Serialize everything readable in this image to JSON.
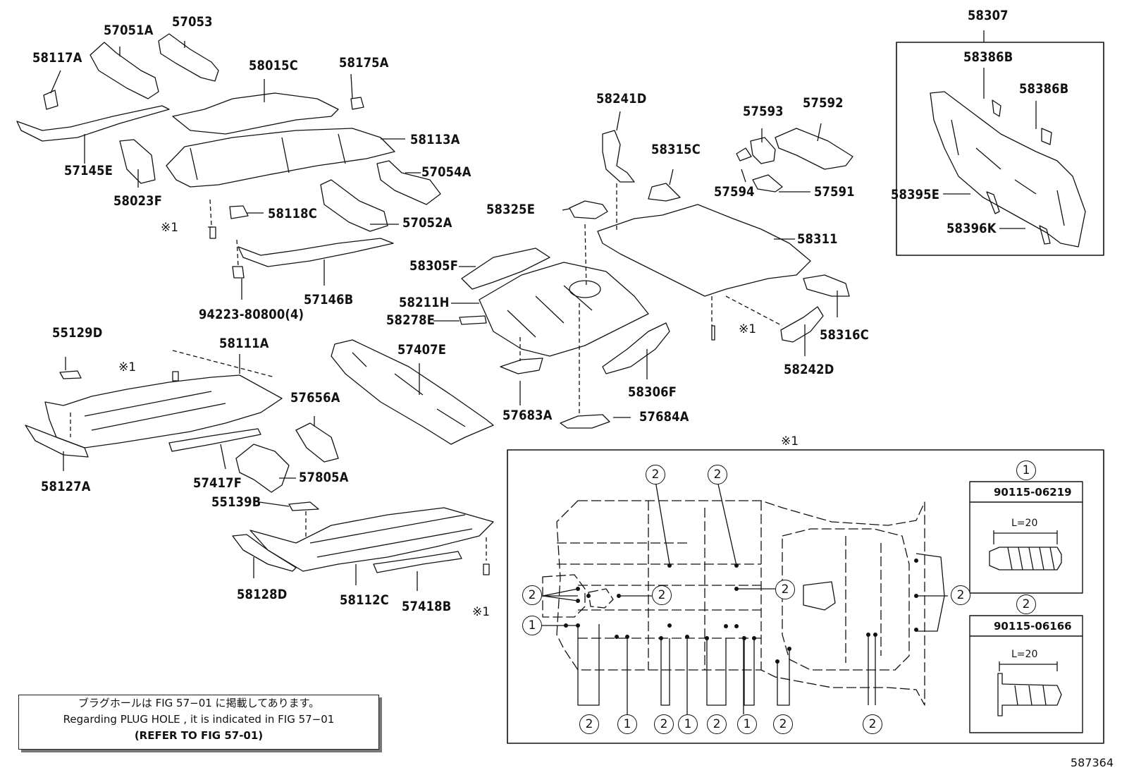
{
  "parts": {
    "p57051A": "57051A",
    "p57053": "57053",
    "p58117A": "58117A",
    "p58015C": "58015C",
    "p58175A": "58175A",
    "p58113A": "58113A",
    "p57145E": "57145E",
    "p58023F": "58023F",
    "p57054A": "57054A",
    "p58118C": "58118C",
    "p57052A": "57052A",
    "p57146B": "57146B",
    "p94223": "94223-80800(4)",
    "p58241D": "58241D",
    "p57593": "57593",
    "p57592": "57592",
    "p58315C": "58315C",
    "p57594": "57594",
    "p57591": "57591",
    "p58325E": "58325E",
    "p58311": "58311",
    "p58305F": "58305F",
    "p58211H": "58211H",
    "p58278E": "58278E",
    "p58316C": "58316C",
    "p58242D": "58242D",
    "p58306F": "58306F",
    "p57683A": "57683A",
    "p57684A": "57684A",
    "p55129D": "55129D",
    "p58111A": "58111A",
    "p57407E": "57407E",
    "p57656A": "57656A",
    "p58127A": "58127A",
    "p57417F": "57417F",
    "p57805A": "57805A",
    "p55139B": "55139B",
    "p58128D": "58128D",
    "p58112C": "58112C",
    "p57418B": "57418B",
    "p58307": "58307",
    "p58386B_1": "58386B",
    "p58386B_2": "58386B",
    "p58395E": "58395E",
    "p58396K": "58396K"
  },
  "marks": {
    "m1": "※1",
    "m2": "※1",
    "m3": "※1",
    "m4": "※1",
    "m5": "※1"
  },
  "circles": {
    "one": "1",
    "two": "2"
  },
  "fastener_boxes": {
    "box1": {
      "circle": "1",
      "part_no": "90115-06219",
      "length": "L=20"
    },
    "box2": {
      "circle": "2",
      "part_no": "90115-06166",
      "length": "L=20"
    }
  },
  "note": {
    "line1": "ブラグホールは FIG  57−01 に掲載してあります。",
    "line2": "Regarding  PLUG  HOLE , it is indicated in FIG  57−01",
    "line3": "(REFER  TO  FIG  57-01)"
  },
  "figure_id": "587364"
}
